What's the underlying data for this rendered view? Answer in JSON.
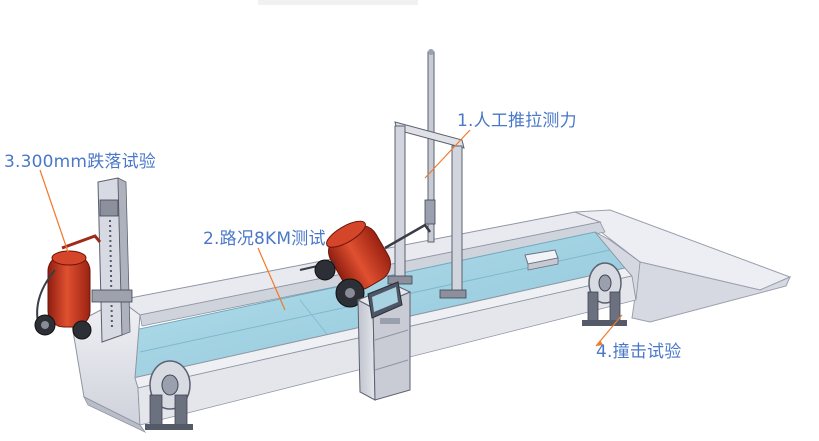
{
  "labels": {
    "push_force": "1.人工推拉测力",
    "road_test": "2.路况8KM测试",
    "drop_test": "3.300mm跌落试验",
    "impact_test": "4.撞击试验"
  },
  "colors": {
    "label_text": "#4a78c8",
    "leader_line": "#f07a2a",
    "extinguisher_red": "#c9341c",
    "track_surface": "#9dd0e2",
    "frame_grey": "#d9dbe3"
  },
  "icons": {
    "control_panel": "control-cabinet-icon",
    "extinguisher": "fire-extinguisher-icon"
  }
}
